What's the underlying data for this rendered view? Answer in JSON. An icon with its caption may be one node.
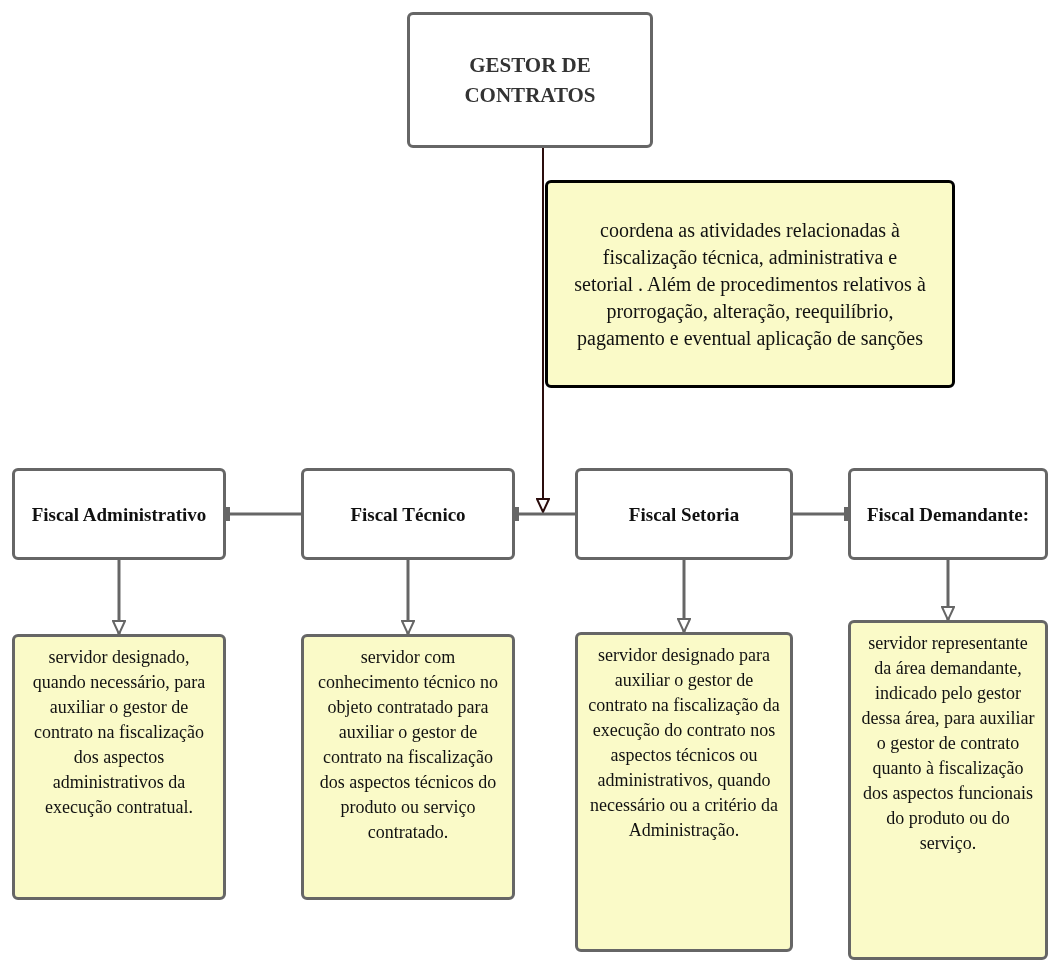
{
  "diagram": {
    "nodes": [
      {
        "text": [
          "GESTOR DE CONTRATOS"
        ]
      },
      {
        "text": [
          "coordena as atividades relacionadas à fiscalização técnica, administrativa e setorial . Além de procedimentos relativos à prorrogação, alteração, reequilíbrio, pagamento e eventual aplicação de sanções"
        ]
      },
      {
        "text": [
          "Fiscal Administrativo"
        ]
      },
      {
        "text": [
          "Fiscal Técnico"
        ]
      },
      {
        "text": [
          "Fiscal Setoria"
        ]
      },
      {
        "text": [
          "Fiscal Demandante:"
        ]
      },
      {
        "text": [
          "servidor designado, quando necessário, para auxiliar o gestor de contrato na fiscalização dos aspectos administrativos da execução contratual."
        ]
      },
      {
        "text": [
          "servidor com conhecimento técnico no objeto contratado para auxiliar o gestor de contrato na fiscalização dos aspectos técnicos do produto ou serviço contratado."
        ]
      },
      {
        "text": [
          "servidor designado para auxiliar o gestor de contrato na fiscalização da execução do contrato nos aspectos técnicos ou administrativos, quando necessário ou a critério da Administração."
        ]
      },
      {
        "text": [
          "servidor representante da área demandante, indicado pelo gestor dessa área, para auxiliar o gestor de contrato quanto à fiscalização dos aspectos funcionais do produto ou do serviço."
        ]
      }
    ],
    "edges": [
      {
        "from": 0,
        "to": 3,
        "arrow": "to",
        "color": "#2b0d0d"
      },
      {
        "from": 2,
        "to": 3,
        "arrow": "other"
      },
      {
        "from": 3,
        "to": 4,
        "arrow": "other"
      },
      {
        "from": 5,
        "to": 4,
        "arrow": "other"
      },
      {
        "from": 2,
        "to": 6,
        "arrow": "to"
      },
      {
        "from": 3,
        "to": 7,
        "arrow": "to"
      },
      {
        "from": 4,
        "to": 8,
        "arrow": "to"
      },
      {
        "from": 5,
        "to": 9,
        "arrow": "to"
      }
    ]
  }
}
